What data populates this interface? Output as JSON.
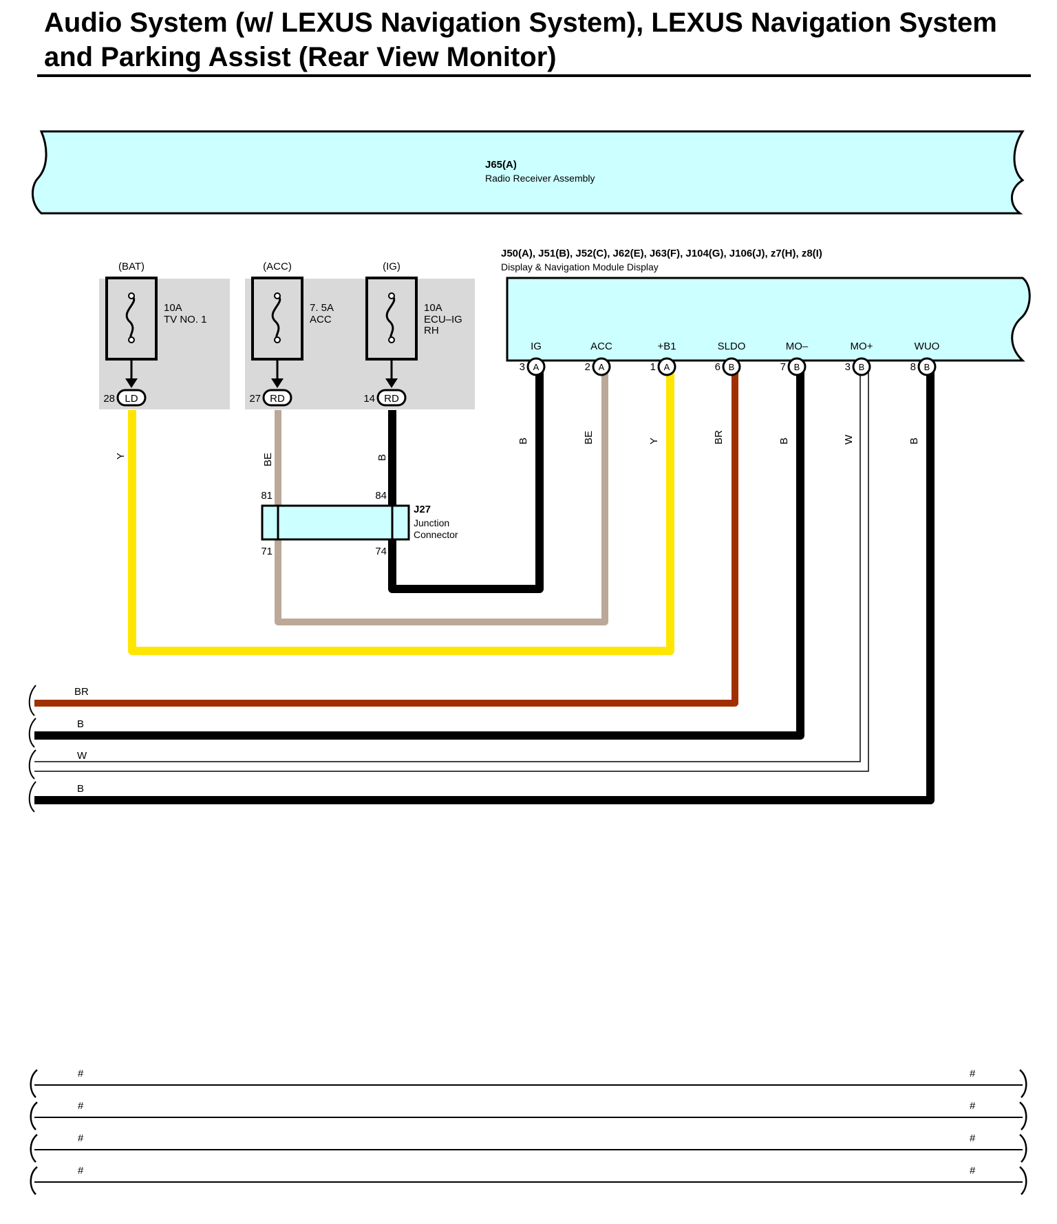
{
  "title": {
    "line1": "Audio System (w/ LEXUS Navigation System), LEXUS Navigation System",
    "line2": "and Parking Assist (Rear View Monitor)"
  },
  "radio_receiver": {
    "connector_code": "J65(A)",
    "name": "Radio Receiver Assembly"
  },
  "display_module": {
    "connector_codes": "J50(A), J51(B), J52(C), J62(E), J63(F), J104(G), J106(J), z7(H), z8(I)",
    "name": "Display & Navigation Module Display",
    "terminals": [
      {
        "label": "IG",
        "pin": "3",
        "connector": "A",
        "wire": "B",
        "color": "#000000"
      },
      {
        "label": "ACC",
        "pin": "2",
        "connector": "A",
        "wire": "BE",
        "color": "#bba898"
      },
      {
        "label": "+B1",
        "pin": "1",
        "connector": "A",
        "wire": "Y",
        "color": "#ffe600"
      },
      {
        "label": "SLDO",
        "pin": "6",
        "connector": "B",
        "wire": "BR",
        "color": "#a03000"
      },
      {
        "label": "MO–",
        "pin": "7",
        "connector": "B",
        "wire": "B",
        "color": "#000000"
      },
      {
        "label": "MO+",
        "pin": "3",
        "connector": "B",
        "wire": "W",
        "color": "#ffffff"
      },
      {
        "label": "WUO",
        "pin": "8",
        "connector": "B",
        "wire": "B",
        "color": "#000000"
      }
    ]
  },
  "fuses": [
    {
      "supply": "(BAT)",
      "rating": "10A",
      "name_lines": [
        "TV NO. 1"
      ],
      "pin": "28",
      "connector": "LD",
      "wire": "Y"
    },
    {
      "supply": "(ACC)",
      "rating": "7. 5A",
      "name_lines": [
        "ACC"
      ],
      "pin": "27",
      "connector": "RD",
      "wire": "BE"
    },
    {
      "supply": "(IG)",
      "rating": "10A",
      "name_lines": [
        "ECU–IG",
        "RH"
      ],
      "pin": "14",
      "connector": "RD",
      "wire": "B"
    }
  ],
  "junction_connector": {
    "code": "J27",
    "name_lines": [
      "Junction",
      "Connector"
    ],
    "pins_top": [
      "81",
      "84"
    ],
    "pins_bottom": [
      "71",
      "74"
    ]
  },
  "continuation_wires": [
    {
      "label": "BR",
      "color": "#a03000"
    },
    {
      "label": "B",
      "color": "#000000"
    },
    {
      "label": "W",
      "color": "#ffffff"
    },
    {
      "label": "B",
      "color": "#000000"
    }
  ],
  "bottom_wires": [
    {
      "left": "#",
      "right": "#"
    },
    {
      "left": "#",
      "right": "#"
    },
    {
      "left": "#",
      "right": "#"
    },
    {
      "left": "#",
      "right": "#"
    }
  ],
  "colors": {
    "component_fill": "#ccffff",
    "fuse_block_fill": "#d9d9d9"
  }
}
